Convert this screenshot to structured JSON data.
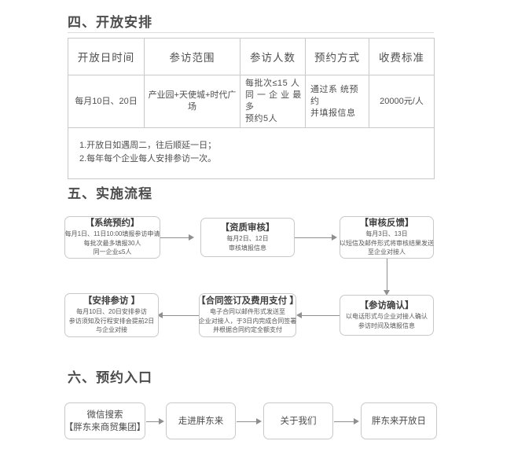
{
  "sections": {
    "schedule": {
      "heading": "四、开放安排"
    },
    "process": {
      "heading": "五、实施流程"
    },
    "entry": {
      "heading": "六、预约入口"
    }
  },
  "schedule_table": {
    "headers": [
      "开放日时间",
      "参访范围",
      "参访人数",
      "预约方式",
      "收费标准"
    ],
    "row": {
      "date": "每月10日、20日",
      "scope": "产业园+天使城+时代广场",
      "capacity": [
        "每批次≤15 人",
        "同 一 企 业 最 多",
        "预约5人"
      ],
      "method": [
        "通过系 统预约",
        "并填报信息"
      ],
      "fee": "20000元/人"
    },
    "notes": [
      "1.开放日如遇周二，往后顺延一日；",
      "2.每年每个企业每人安排参访一次。"
    ]
  },
  "process_flow": {
    "steps": [
      {
        "title": "【系统预约】",
        "lines": [
          "每月1日、11日10:00填报参访申请",
          "每批次最多填报30人",
          "同一企业≤5人"
        ]
      },
      {
        "title": "【资质审核】",
        "lines": [
          "每月2日、12日",
          "审核填报信息"
        ]
      },
      {
        "title": "【审核反馈】",
        "lines": [
          "每月3日、13日",
          "以短信及邮件形式将审核结果发送",
          "至企业对接人"
        ]
      },
      {
        "title": "【参访确认】",
        "lines": [
          "以电话形式与企业对接人确认",
          "参访时间及填报信息"
        ]
      },
      {
        "title": "【合同签订及费用支付 】",
        "lines": [
          "电子合同以邮件形式发送至",
          "企业对接人，于3日内完成合同签署",
          "并根据合同约定全额支付"
        ]
      },
      {
        "title": "【安排参访 】",
        "lines": [
          "每月10日、20日安排参访",
          "参访须知及行程安排会提前2日",
          "与企业对接"
        ]
      }
    ]
  },
  "entry_flow": {
    "steps": [
      {
        "lines": [
          "微信搜索",
          "【胖东来商贸集团】"
        ]
      },
      {
        "lines": [
          "走进胖东来"
        ]
      },
      {
        "lines": [
          "关于我们"
        ]
      },
      {
        "lines": [
          "胖东来开放日"
        ]
      }
    ]
  },
  "colors": {
    "text": "#4a4a4a",
    "border": "#c9c9c9",
    "arrow": "#8f8f8f",
    "rule": "#dcdcdc"
  }
}
